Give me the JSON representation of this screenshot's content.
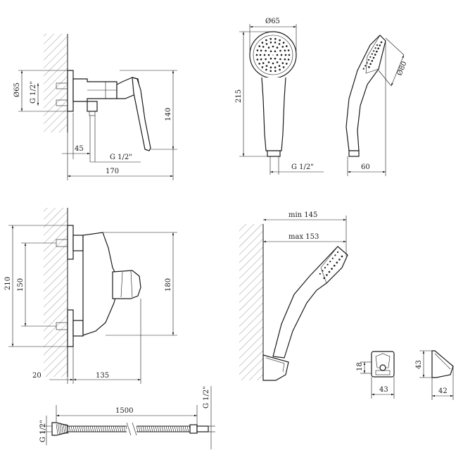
{
  "diagram": {
    "faucet_side": {
      "dia": "Ø65",
      "thread_left": "G 1/2\"",
      "offset": "45",
      "thread_bottom": "G 1/2\"",
      "width": "170",
      "height": "140"
    },
    "handshower_front": {
      "dia": "Ø65",
      "length": "215",
      "thread": "G 1/2\""
    },
    "handshower_side": {
      "dia": "Ø80",
      "depth": "60"
    },
    "faucet_front": {
      "total_height": "210",
      "spacing": "150",
      "height": "180",
      "wall_offset": "20",
      "projection": "135"
    },
    "holder_mount": {
      "min": "min 145",
      "max": "max 153"
    },
    "holder_front": {
      "height": "18",
      "width": "43"
    },
    "holder_side": {
      "height": "43",
      "depth": "42"
    },
    "hose": {
      "length": "1500",
      "thread_left": "G 1/2\"",
      "thread_right": "G 1/2\""
    }
  }
}
